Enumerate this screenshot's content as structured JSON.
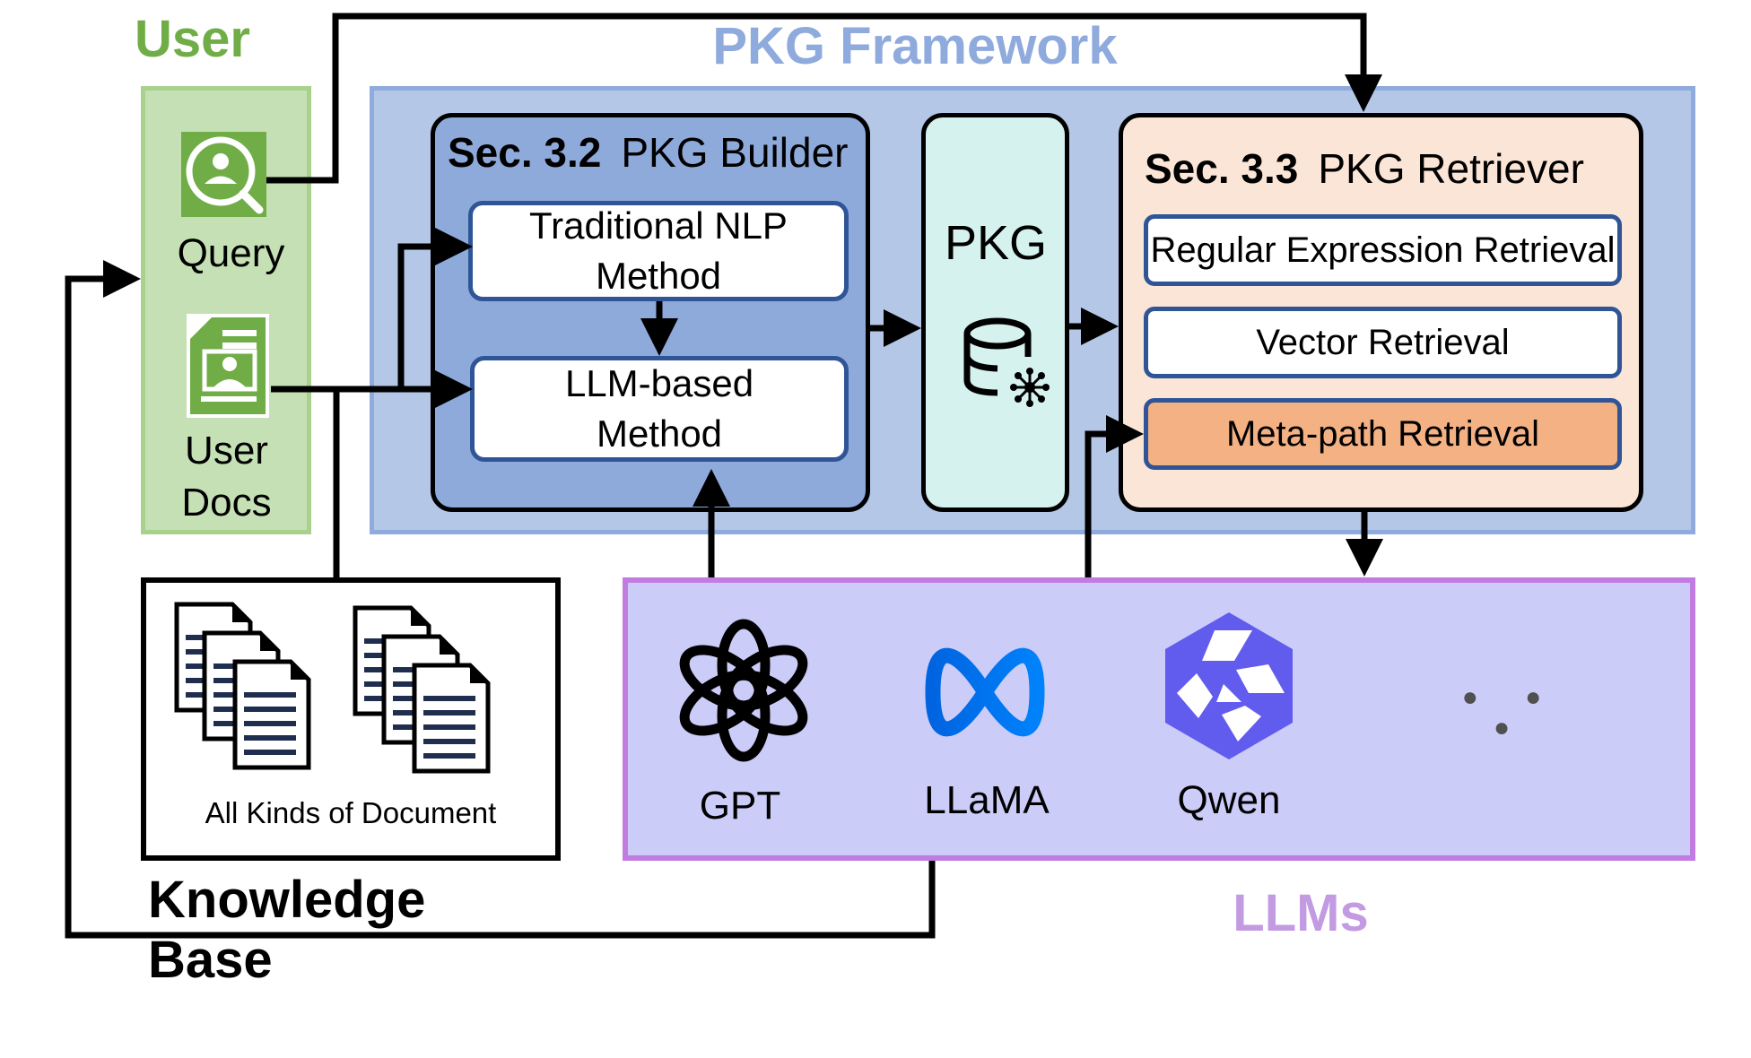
{
  "titles": {
    "user": "User",
    "framework": "PKG Framework",
    "llms": "LLMs",
    "knowledge_base": "Knowledge Base"
  },
  "user": {
    "query_label": "Query",
    "docs_label_line1": "User",
    "docs_label_line2": "Docs"
  },
  "builder": {
    "sec": "Sec. 3.2",
    "name": "PKG Builder",
    "method1_line1": "Traditional NLP",
    "method1_line2": "Method",
    "method2_line1": "LLM-based",
    "method2_line2": "Method"
  },
  "pkg": {
    "label": "PKG",
    "icon": "database-network-icon"
  },
  "retriever": {
    "sec": "Sec. 3.3",
    "name": "PKG Retriever",
    "items": [
      "Regular Expression Retrieval",
      "Vector Retrieval",
      "Meta-path Retrieval"
    ]
  },
  "knowledge_base": {
    "caption": "All Kinds of Document",
    "icon": "documents-icon"
  },
  "llms": {
    "models": [
      "GPT",
      "LLaMA",
      "Qwen"
    ],
    "more": "● ● ●"
  },
  "colors": {
    "user_green": "#70ad47",
    "user_panel": "#c5e0b4",
    "framework_blue": "#8faadc",
    "framework_panel": "#b4c7e7",
    "builder_fill": "#8eaadb",
    "pkg_fill": "#d6f2ee",
    "retriever_fill": "#fbe5d6",
    "meta_path_fill": "#f4b183",
    "llm_panel": "#ccccf9",
    "llm_border": "#c27be0",
    "method_border": "#2f5597"
  }
}
